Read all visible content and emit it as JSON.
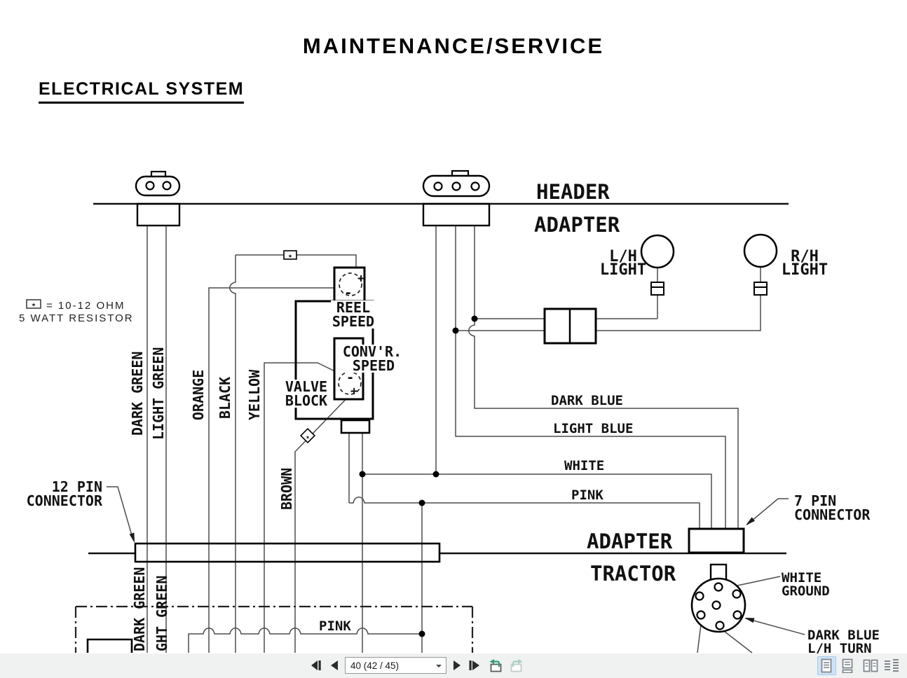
{
  "document": {
    "title": "MAINTENANCE/SERVICE",
    "section": "ELECTRICAL SYSTEM"
  },
  "diagram": {
    "resistor_note_line1": "= 10-12 OHM",
    "resistor_note_line2": "5 WATT RESISTOR",
    "header": "HEADER",
    "adapter_top": "ADAPTER",
    "adapter_bottom": "ADAPTER",
    "tractor": "TRACTOR",
    "lh_light_1": "L/H",
    "lh_light_2": "LIGHT",
    "rh_light_1": "R/H",
    "rh_light_2": "LIGHT",
    "reel_1": "REEL",
    "reel_2": "SPEED",
    "conv_1": "CONV'R.",
    "conv_2": "SPEED",
    "valve_1": "VALVE",
    "valve_2": "BLOCK",
    "pin12_1": "12 PIN",
    "pin12_2": "CONNECTOR",
    "pin7_1": "7 PIN",
    "pin7_2": "CONNECTOR",
    "white_ground_1": "WHITE",
    "white_ground_2": "GROUND",
    "lh_turn_1": "DARK BLUE",
    "lh_turn_2": "L/H TURN",
    "wire_dark_green": "DARK GREEN",
    "wire_light_green": "LIGHT GREEN",
    "wire_orange": "ORANGE",
    "wire_black": "BLACK",
    "wire_yellow": "YELLOW",
    "wire_brown": "BROWN",
    "wire_dark_blue": "DARK BLUE",
    "wire_light_blue": "LIGHT BLUE",
    "wire_white": "WHITE",
    "wire_pink": "PINK",
    "wire_dark_green_bottom": "DARK GREEN",
    "wire_light_green_bottom": "GHT GREEN",
    "wire_pink_bottom": "PINK",
    "plus": "+",
    "minus": "-",
    "star": "★"
  },
  "toolbar": {
    "page_field_value": "40 (42 / 45)"
  },
  "colors": {
    "toolbar_bg": "#f0f1f1",
    "nav_icon": "#2b2b2b",
    "history_arrow": "#2f9e77",
    "active_layout_bg": "#cfe3f6",
    "wire": "#4d4d4d",
    "component": "#000000"
  }
}
